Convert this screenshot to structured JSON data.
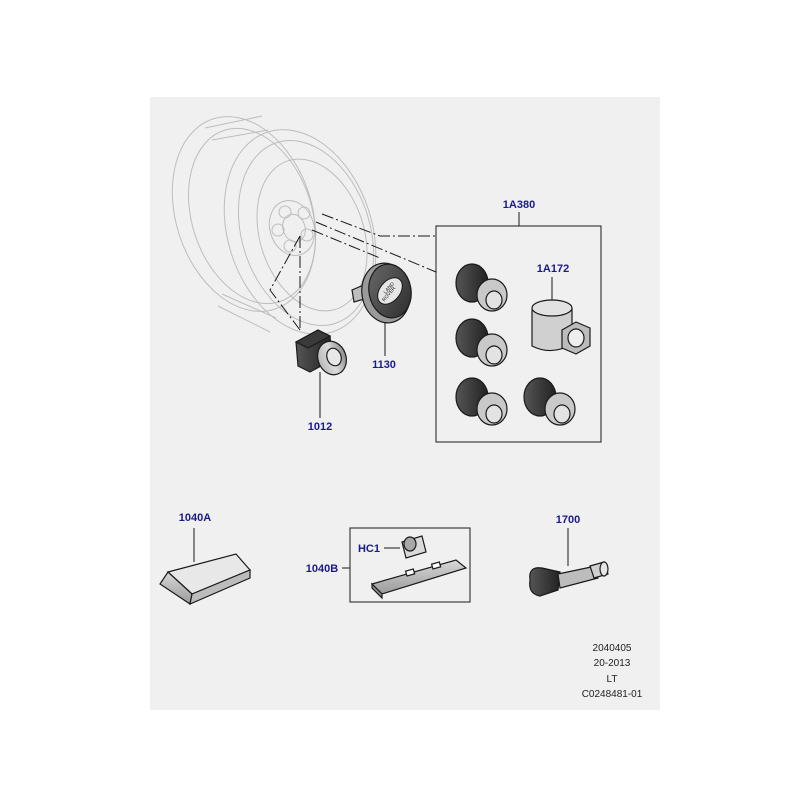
{
  "callouts": {
    "c1A380": "1A380",
    "c1A172": "1A172",
    "c1130": "1130",
    "c1012": "1012",
    "c1040A": "1040A",
    "c1040B": "1040B",
    "cHC1": "HC1",
    "c1700": "1700"
  },
  "logo_text": {
    "line1": "LAND",
    "line2": "ROVER"
  },
  "codes": {
    "line1": "2040405",
    "line2": "20-2013",
    "line3": "LT",
    "line4": "C0248481-01"
  },
  "colors": {
    "sheet": "#f0f0f0",
    "callout": "#1a1a8c",
    "ink": "#1a1a1a"
  }
}
